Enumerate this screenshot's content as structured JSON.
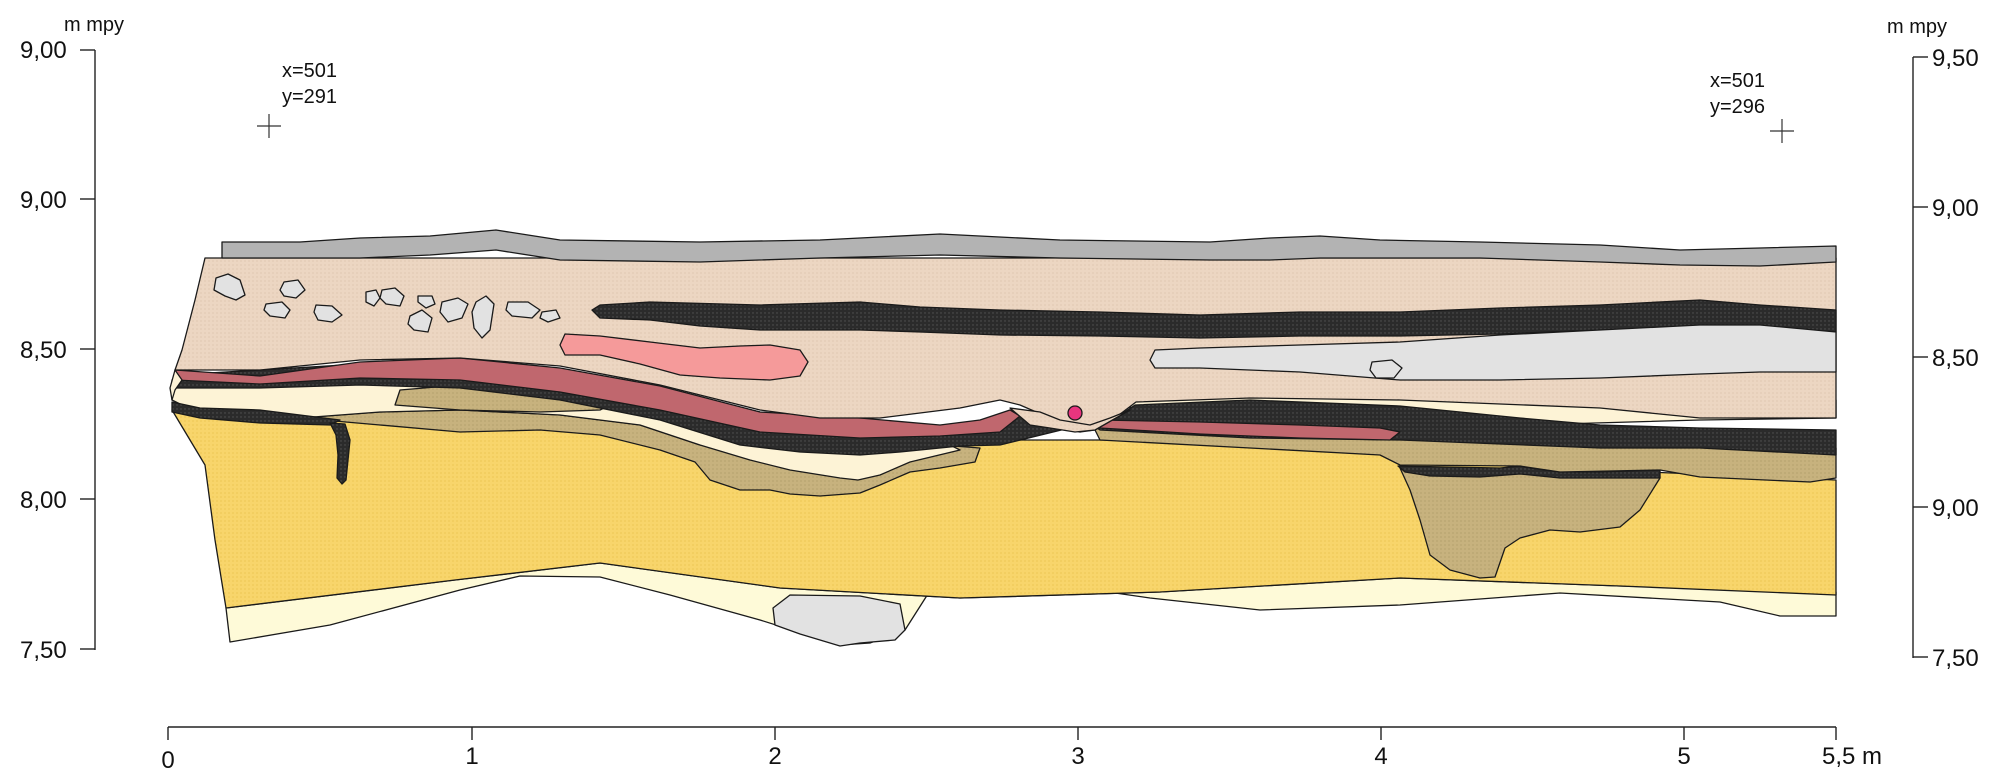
{
  "left_axis": {
    "unit": "m mpy",
    "ticks": [
      "9,00",
      "9,00",
      "8,50",
      "8,00",
      "7,50"
    ]
  },
  "right_axis": {
    "unit": "m mpy",
    "ticks": [
      "9,50",
      "9,00",
      "8,50",
      "9,00",
      "7,50"
    ]
  },
  "bottom_axis": {
    "ticks": [
      "0",
      "1",
      "2",
      "3",
      "4",
      "5",
      "5,5 m"
    ]
  },
  "reference_points": [
    {
      "x_label": "x=501",
      "y_label": "y=291"
    },
    {
      "x_label": "x=501",
      "y_label": "y=296"
    }
  ],
  "colors": {
    "topsoil_grey": "#b3b3b3",
    "beige_fill": "#ecd6c2",
    "charcoal_black": "#2b2b2b",
    "red_burnt": "#c0676e",
    "pink_clay": "#f59a9a",
    "light_grey_stone": "#e2e2e2",
    "cream": "#fdf3d6",
    "olive_silt": "#c7b27e",
    "yellow_sand": "#f8d56b",
    "pale_yellow": "#fefad8",
    "magenta_find": "#e8357e"
  }
}
